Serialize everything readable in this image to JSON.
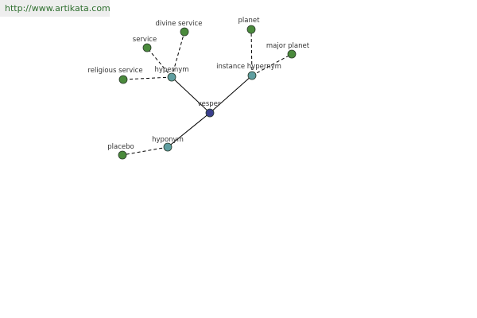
{
  "source": {
    "link_text": "http://www.artikata.com"
  },
  "colors": {
    "root_node": "#3a3f8c",
    "relation_node": "#5f9ea0",
    "leaf_node": "#4a8a3c",
    "node_outline": "#2a3a2a",
    "edge": "#000000",
    "label": "#333333",
    "link": "#2f6f2f"
  },
  "graph": {
    "nodes": [
      {
        "id": "vesper",
        "label": "vesper",
        "kind": "root",
        "icon": "circle"
      },
      {
        "id": "hypernym",
        "label": "hypernym",
        "kind": "relation",
        "icon": "circle"
      },
      {
        "id": "instance-hypernym",
        "label": "instance hypernym",
        "kind": "relation",
        "icon": "circle"
      },
      {
        "id": "hyponym",
        "label": "hyponym",
        "kind": "relation",
        "icon": "circle"
      },
      {
        "id": "service",
        "label": "service",
        "kind": "leaf",
        "icon": "circle"
      },
      {
        "id": "divine-service",
        "label": "divine service",
        "kind": "leaf",
        "icon": "circle"
      },
      {
        "id": "religious-service",
        "label": "religious service",
        "kind": "leaf",
        "icon": "circle"
      },
      {
        "id": "planet",
        "label": "planet",
        "kind": "leaf",
        "icon": "circle"
      },
      {
        "id": "major-planet",
        "label": "major planet",
        "kind": "leaf",
        "icon": "circle"
      },
      {
        "id": "placebo",
        "label": "placebo",
        "kind": "leaf",
        "icon": "circle"
      }
    ],
    "edges": [
      {
        "from": "vesper",
        "to": "hypernym",
        "style": "solid"
      },
      {
        "from": "vesper",
        "to": "instance-hypernym",
        "style": "solid"
      },
      {
        "from": "vesper",
        "to": "hyponym",
        "style": "solid"
      },
      {
        "from": "hypernym",
        "to": "service",
        "style": "dashed"
      },
      {
        "from": "hypernym",
        "to": "divine-service",
        "style": "dashed"
      },
      {
        "from": "hypernym",
        "to": "religious-service",
        "style": "dashed"
      },
      {
        "from": "instance-hypernym",
        "to": "planet",
        "style": "dashed"
      },
      {
        "from": "instance-hypernym",
        "to": "major-planet",
        "style": "dashed"
      },
      {
        "from": "hyponym",
        "to": "placebo",
        "style": "dashed"
      }
    ]
  }
}
